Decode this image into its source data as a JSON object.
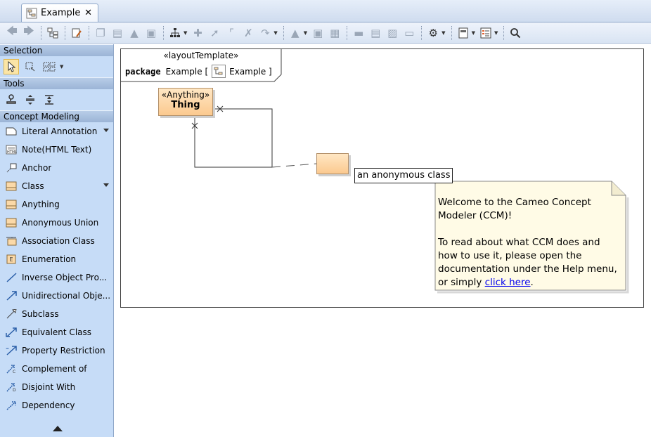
{
  "tab": {
    "label": "Example",
    "close": "✕"
  },
  "palette": {
    "sections": {
      "selection": "Selection",
      "tools": "Tools",
      "concept": "Concept Modeling"
    },
    "items": [
      {
        "label": "Literal Annotation",
        "icon": "annotation-icon"
      },
      {
        "label": "Note(HTML Text)",
        "icon": "html-note-icon"
      },
      {
        "label": "Anchor",
        "icon": "anchor-icon"
      },
      {
        "label": "Class",
        "icon": "class-icon"
      },
      {
        "label": "Anything",
        "icon": "class-icon"
      },
      {
        "label": "Anonymous Union",
        "icon": "class-icon"
      },
      {
        "label": "Association Class",
        "icon": "association-class-icon"
      },
      {
        "label": "Enumeration",
        "icon": "enumeration-icon"
      },
      {
        "label": "Inverse Object Pro...",
        "icon": "line-icon"
      },
      {
        "label": "Unidirectional Obje...",
        "icon": "arrow-line-icon"
      },
      {
        "label": "Subclass",
        "icon": "generalization-icon"
      },
      {
        "label": "Equivalent Class",
        "icon": "double-arrow-icon"
      },
      {
        "label": "Property Restriction",
        "icon": "restriction-icon"
      },
      {
        "label": "Complement of",
        "icon": "complement-icon"
      },
      {
        "label": "Disjoint With",
        "icon": "disjoint-icon"
      },
      {
        "label": "Dependency",
        "icon": "dependency-icon"
      }
    ]
  },
  "diagram": {
    "frame_stereotype": "«layoutTemplate»",
    "frame_keyword": "package",
    "frame_name": "Example [",
    "frame_ref": "Example ]",
    "thing": {
      "stereotype": "«Anything»",
      "name": "Thing"
    },
    "anonymous_label": "an anonymous class",
    "note": {
      "line1": "Welcome to the Cameo Concept Modeler (CCM)!",
      "line2": "To read about what CCM does and how to use it, please open the documentation under the Help menu, or simply",
      "link": "click here",
      "end": "."
    }
  }
}
